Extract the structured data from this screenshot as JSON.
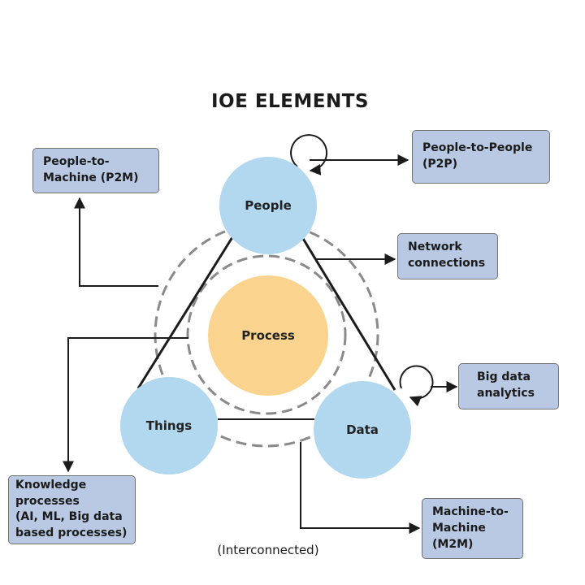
{
  "diagram": {
    "title": "IOE ELEMENTS",
    "caption": "(Interconnected)",
    "nodes": {
      "people": "People",
      "process": "Process",
      "things": "Things",
      "data": "Data"
    },
    "boxes": {
      "p2m": [
        "People-to-",
        "Machine (P2M)"
      ],
      "p2p": [
        "People-to-People",
        "(P2P)"
      ],
      "network": [
        "Network",
        "connections"
      ],
      "bigdata": [
        "Big data",
        "analytics"
      ],
      "knowledge": [
        "Knowledge",
        "processes",
        "(AI, ML, Big data",
        "based processes)"
      ],
      "m2m": [
        "Machine-to-",
        "Machine",
        "(M2M)"
      ]
    },
    "colors": {
      "node_blue": "#b2d8ef",
      "node_orange": "#fad48e",
      "box_fill": "#b9c9e3",
      "dashed_ring": "#8a8a8a",
      "connector": "#1b1b1b"
    }
  }
}
